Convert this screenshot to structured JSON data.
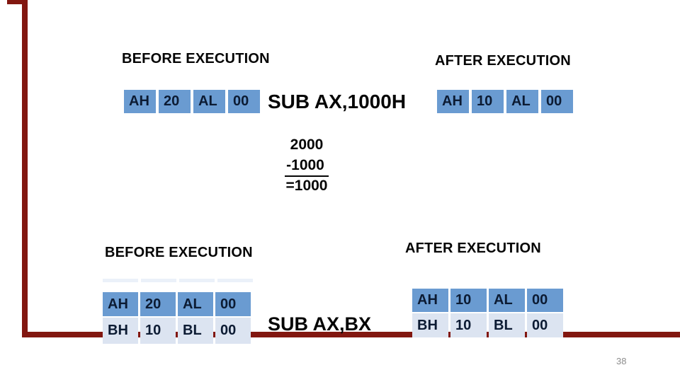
{
  "theme": {
    "accent_red": "#821710",
    "cell_blue": "#6A9BD1",
    "cell_light": "#DCE4F1",
    "cell_text": "#0C1B33"
  },
  "example1": {
    "before_label": "BEFORE EXECUTION",
    "after_label": "AFTER EXECUTION",
    "instruction": "SUB AX,1000H",
    "before_cells": [
      "AH",
      "20",
      "AL",
      "00"
    ],
    "after_cells": [
      "AH",
      "10",
      "AL",
      "00"
    ],
    "calc": {
      "minuend": "2000",
      "subtrahend": "-1000",
      "result": "=1000"
    }
  },
  "example2": {
    "before_label": "BEFORE EXECUTION",
    "after_label": "AFTER EXECUTION",
    "instruction": "SUB AX,BX",
    "before_rows": [
      [
        "AH",
        "20",
        "AL",
        "00"
      ],
      [
        "BH",
        "10",
        "BL",
        "00"
      ]
    ],
    "after_rows": [
      [
        "AH",
        "10",
        "AL",
        "00"
      ],
      [
        "BH",
        "10",
        "BL",
        "00"
      ]
    ]
  },
  "page_number": "38"
}
